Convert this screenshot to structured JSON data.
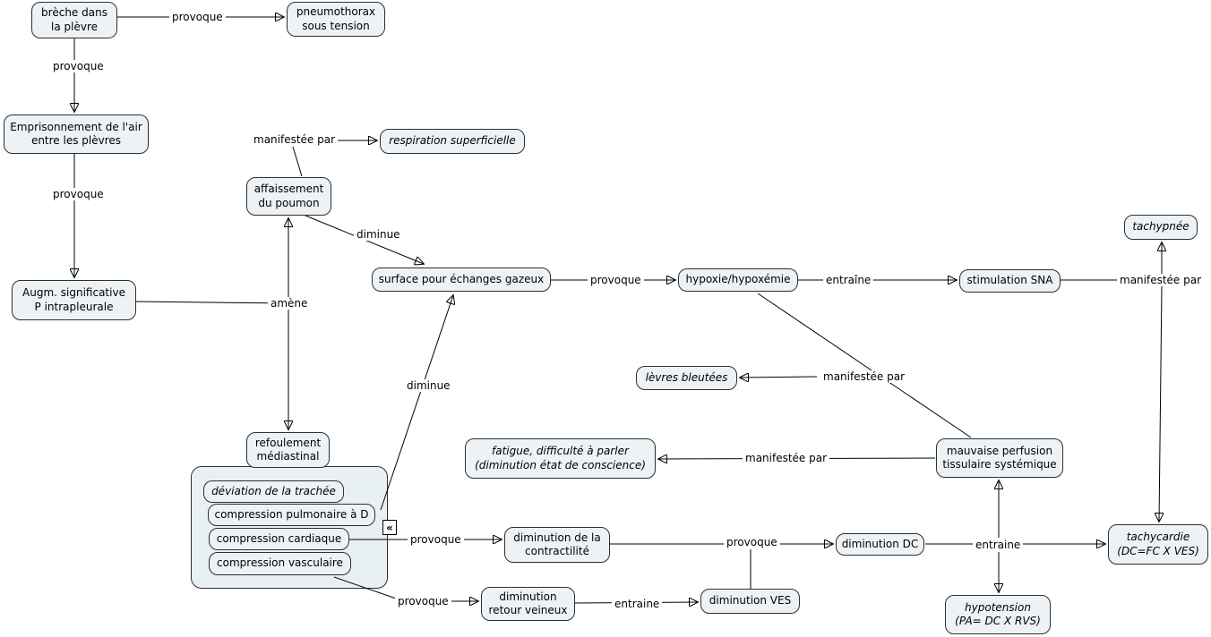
{
  "colors": {
    "node_fill": "#edf2f6",
    "group_fill": "#e9f0f4",
    "node_border": "#2f2f2f",
    "line": "#000000",
    "background": "#ffffff"
  },
  "icons": {
    "collapse_glyph": "«"
  },
  "nodes": {
    "breche": {
      "label": "brèche dans\nla plèvre"
    },
    "pneumothorax": {
      "label": "pneumothorax\nsous tension"
    },
    "emprisonnement": {
      "label": "Emprisonnement de l'air\nentre les plèvres"
    },
    "augm": {
      "label": "Augm. significative\nP intrapleurale"
    },
    "affaissement": {
      "label": "affaissement\ndu poumon"
    },
    "respiration": {
      "label": "respiration superficielle"
    },
    "surface": {
      "label": "surface pour échanges gazeux"
    },
    "hypoxie": {
      "label": "hypoxie/hypoxémie"
    },
    "stimulation_sna": {
      "label": "stimulation SNA"
    },
    "tachypnee": {
      "label": "tachypnée"
    },
    "levres": {
      "label": "lèvres bleutées"
    },
    "mauvaise_perfusion": {
      "label": "mauvaise perfusion\ntissulaire systémique"
    },
    "fatigue": {
      "label": "fatigue, difficulté à parler\n(diminution état de conscience)"
    },
    "refoulement": {
      "label": "refoulement\nmédiastinal"
    },
    "deviation_trachee": {
      "label": "déviation de la trachée"
    },
    "compression_pulmonaire": {
      "label": "compression pulmonaire à D"
    },
    "compression_cardiaque": {
      "label": "compression cardiaque"
    },
    "compression_vasculaire": {
      "label": "compression vasculaire"
    },
    "dim_contractilite": {
      "label": "diminution de la\ncontractilité"
    },
    "dim_dc": {
      "label": "diminution DC"
    },
    "dim_retour_veineux": {
      "label": "diminution\nretour veineux"
    },
    "dim_ves": {
      "label": "diminution VES"
    },
    "tachycardie": {
      "label": "tachycardie\n(DC=FC X VES)"
    },
    "hypotension": {
      "label": "hypotension\n(PA= DC X RVS)"
    }
  },
  "edges": {
    "breche_pneumothorax": {
      "from": "brèche dans la plèvre",
      "to": "pneumothorax sous tension",
      "label": "provoque"
    },
    "breche_emprisonnement": {
      "from": "brèche dans la plèvre",
      "to": "Emprisonnement de l'air entre les plèvres",
      "label": "provoque"
    },
    "emprisonnement_augm": {
      "from": "Emprisonnement de l'air entre les plèvres",
      "to": "Augm. significative P intrapleurale",
      "label": "provoque"
    },
    "affaissement_respiration": {
      "from": "affaissement du poumon",
      "to": "respiration superficielle",
      "label": "manifestée par"
    },
    "augm_affaissement_refoulement": {
      "from": "Augm. significative P intrapleurale",
      "to": "affaissement du poumon / refoulement médiastinal",
      "label": "amène"
    },
    "affaissement_surface": {
      "from": "affaissement du poumon",
      "to": "surface pour échanges gazeux",
      "label": "diminue"
    },
    "compression_pulmonaire_surface": {
      "from": "compression pulmonaire à D",
      "to": "surface pour échanges gazeux",
      "label": "diminue"
    },
    "surface_hypoxie": {
      "from": "surface pour échanges gazeux",
      "to": "hypoxie/hypoxémie",
      "label": "provoque"
    },
    "hypoxie_sna": {
      "from": "hypoxie/hypoxémie",
      "to": "stimulation SNA",
      "label": "entraîne"
    },
    "sna_tachypnee_tachycardie": {
      "from": "stimulation SNA",
      "to": "tachypnée / tachycardie",
      "label": "manifestée par"
    },
    "hypoxie_perfusion_levres": {
      "from": "hypoxie/hypoxémie / mauvaise perfusion tissulaire systémique",
      "to": "lèvres bleutées",
      "label": "manifestée par"
    },
    "perfusion_fatigue": {
      "from": "mauvaise perfusion tissulaire systémique",
      "to": "fatigue, difficulté à parler",
      "label": "manifestée par"
    },
    "compression_cardiaque_contractilite": {
      "from": "compression cardiaque",
      "to": "diminution de la contractilité",
      "label": "provoque"
    },
    "contractilite_ves_dc": {
      "from": "diminution de la contractilité / diminution VES",
      "to": "diminution DC",
      "label": "provoque"
    },
    "dc_perfusion_tachycardie_hypotension": {
      "from": "diminution DC",
      "to": "mauvaise perfusion / tachycardie / hypotension",
      "label": "entraine"
    },
    "vasculaire_retour": {
      "from": "compression vasculaire",
      "to": "diminution retour veineux",
      "label": "provoque"
    },
    "retour_ves": {
      "from": "diminution retour veineux",
      "to": "diminution VES",
      "label": "entraine"
    }
  }
}
